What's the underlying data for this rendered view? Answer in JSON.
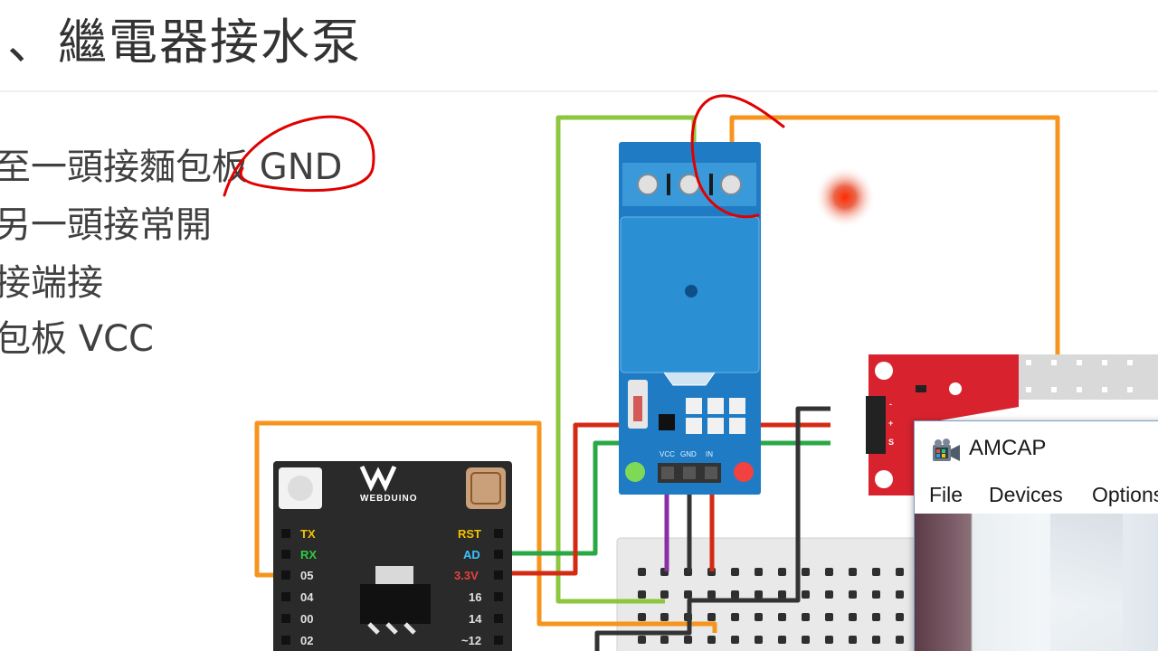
{
  "slide": {
    "title": "、繼電器接水泵",
    "bullets": [
      "至一頭接麵包板 GND",
      "另一頭接常開",
      "接端接",
      "包板 VCC"
    ]
  },
  "relay": {
    "pin_labels": [
      "VCC",
      "GND",
      "IN"
    ]
  },
  "webduino": {
    "logo": "WEBDUINO",
    "left_pins": [
      "TX",
      "RX",
      "05",
      "04",
      "00",
      "02"
    ],
    "right_pins": [
      "RST",
      "AD",
      "3.3V",
      "16",
      "14",
      "~12"
    ]
  },
  "sensor_module": {
    "pins": [
      "-",
      "+",
      "S"
    ]
  },
  "amcap": {
    "title": "AMCAP",
    "menu": [
      "File",
      "Devices",
      "Options"
    ]
  },
  "colors": {
    "relay_blue": "#1f7bc4",
    "board_dark": "#2a2a2a",
    "module_red": "#d8232f",
    "wire_orange": "#f7941d",
    "wire_green": "#8dc63f",
    "wire_red": "#d42a14",
    "annotation_red": "#e00000"
  }
}
